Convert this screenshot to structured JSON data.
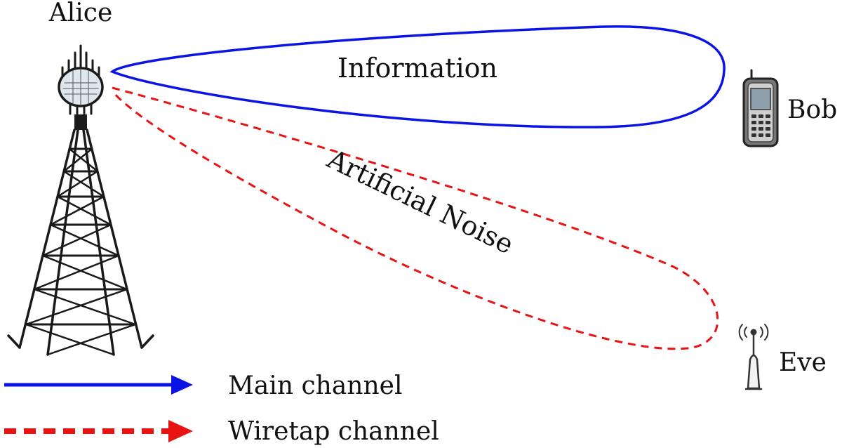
{
  "nodes": {
    "alice": "Alice",
    "bob": "Bob",
    "eve": "Eve"
  },
  "beams": {
    "information": "Information",
    "artificial_noise": "Artificial Noise"
  },
  "legend": {
    "main_channel": "Main channel",
    "wiretap_channel": "Wiretap channel"
  },
  "colors": {
    "main": "#0a14e6",
    "wiretap": "#e81414"
  },
  "icons": {
    "alice": "cell-tower-icon",
    "bob": "mobile-phone-icon",
    "eve": "antenna-icon"
  }
}
